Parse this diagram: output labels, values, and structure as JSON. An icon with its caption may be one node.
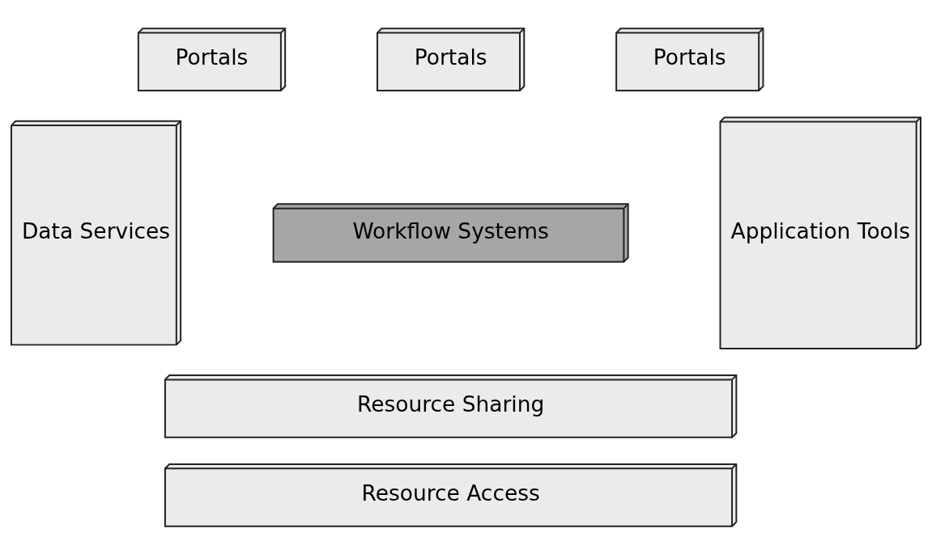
{
  "diagram": {
    "nodes": [
      {
        "text": [
          "Portals"
        ]
      },
      {
        "text": [
          "Portals"
        ]
      },
      {
        "text": [
          "Portals"
        ]
      },
      {
        "text": [
          "Data Services"
        ]
      },
      {
        "text": [
          "Application Tools"
        ]
      },
      {
        "text": [
          "Workflow Systems"
        ]
      },
      {
        "text": [
          "Resource Sharing"
        ]
      },
      {
        "text": [
          "Resource Access"
        ]
      }
    ]
  }
}
